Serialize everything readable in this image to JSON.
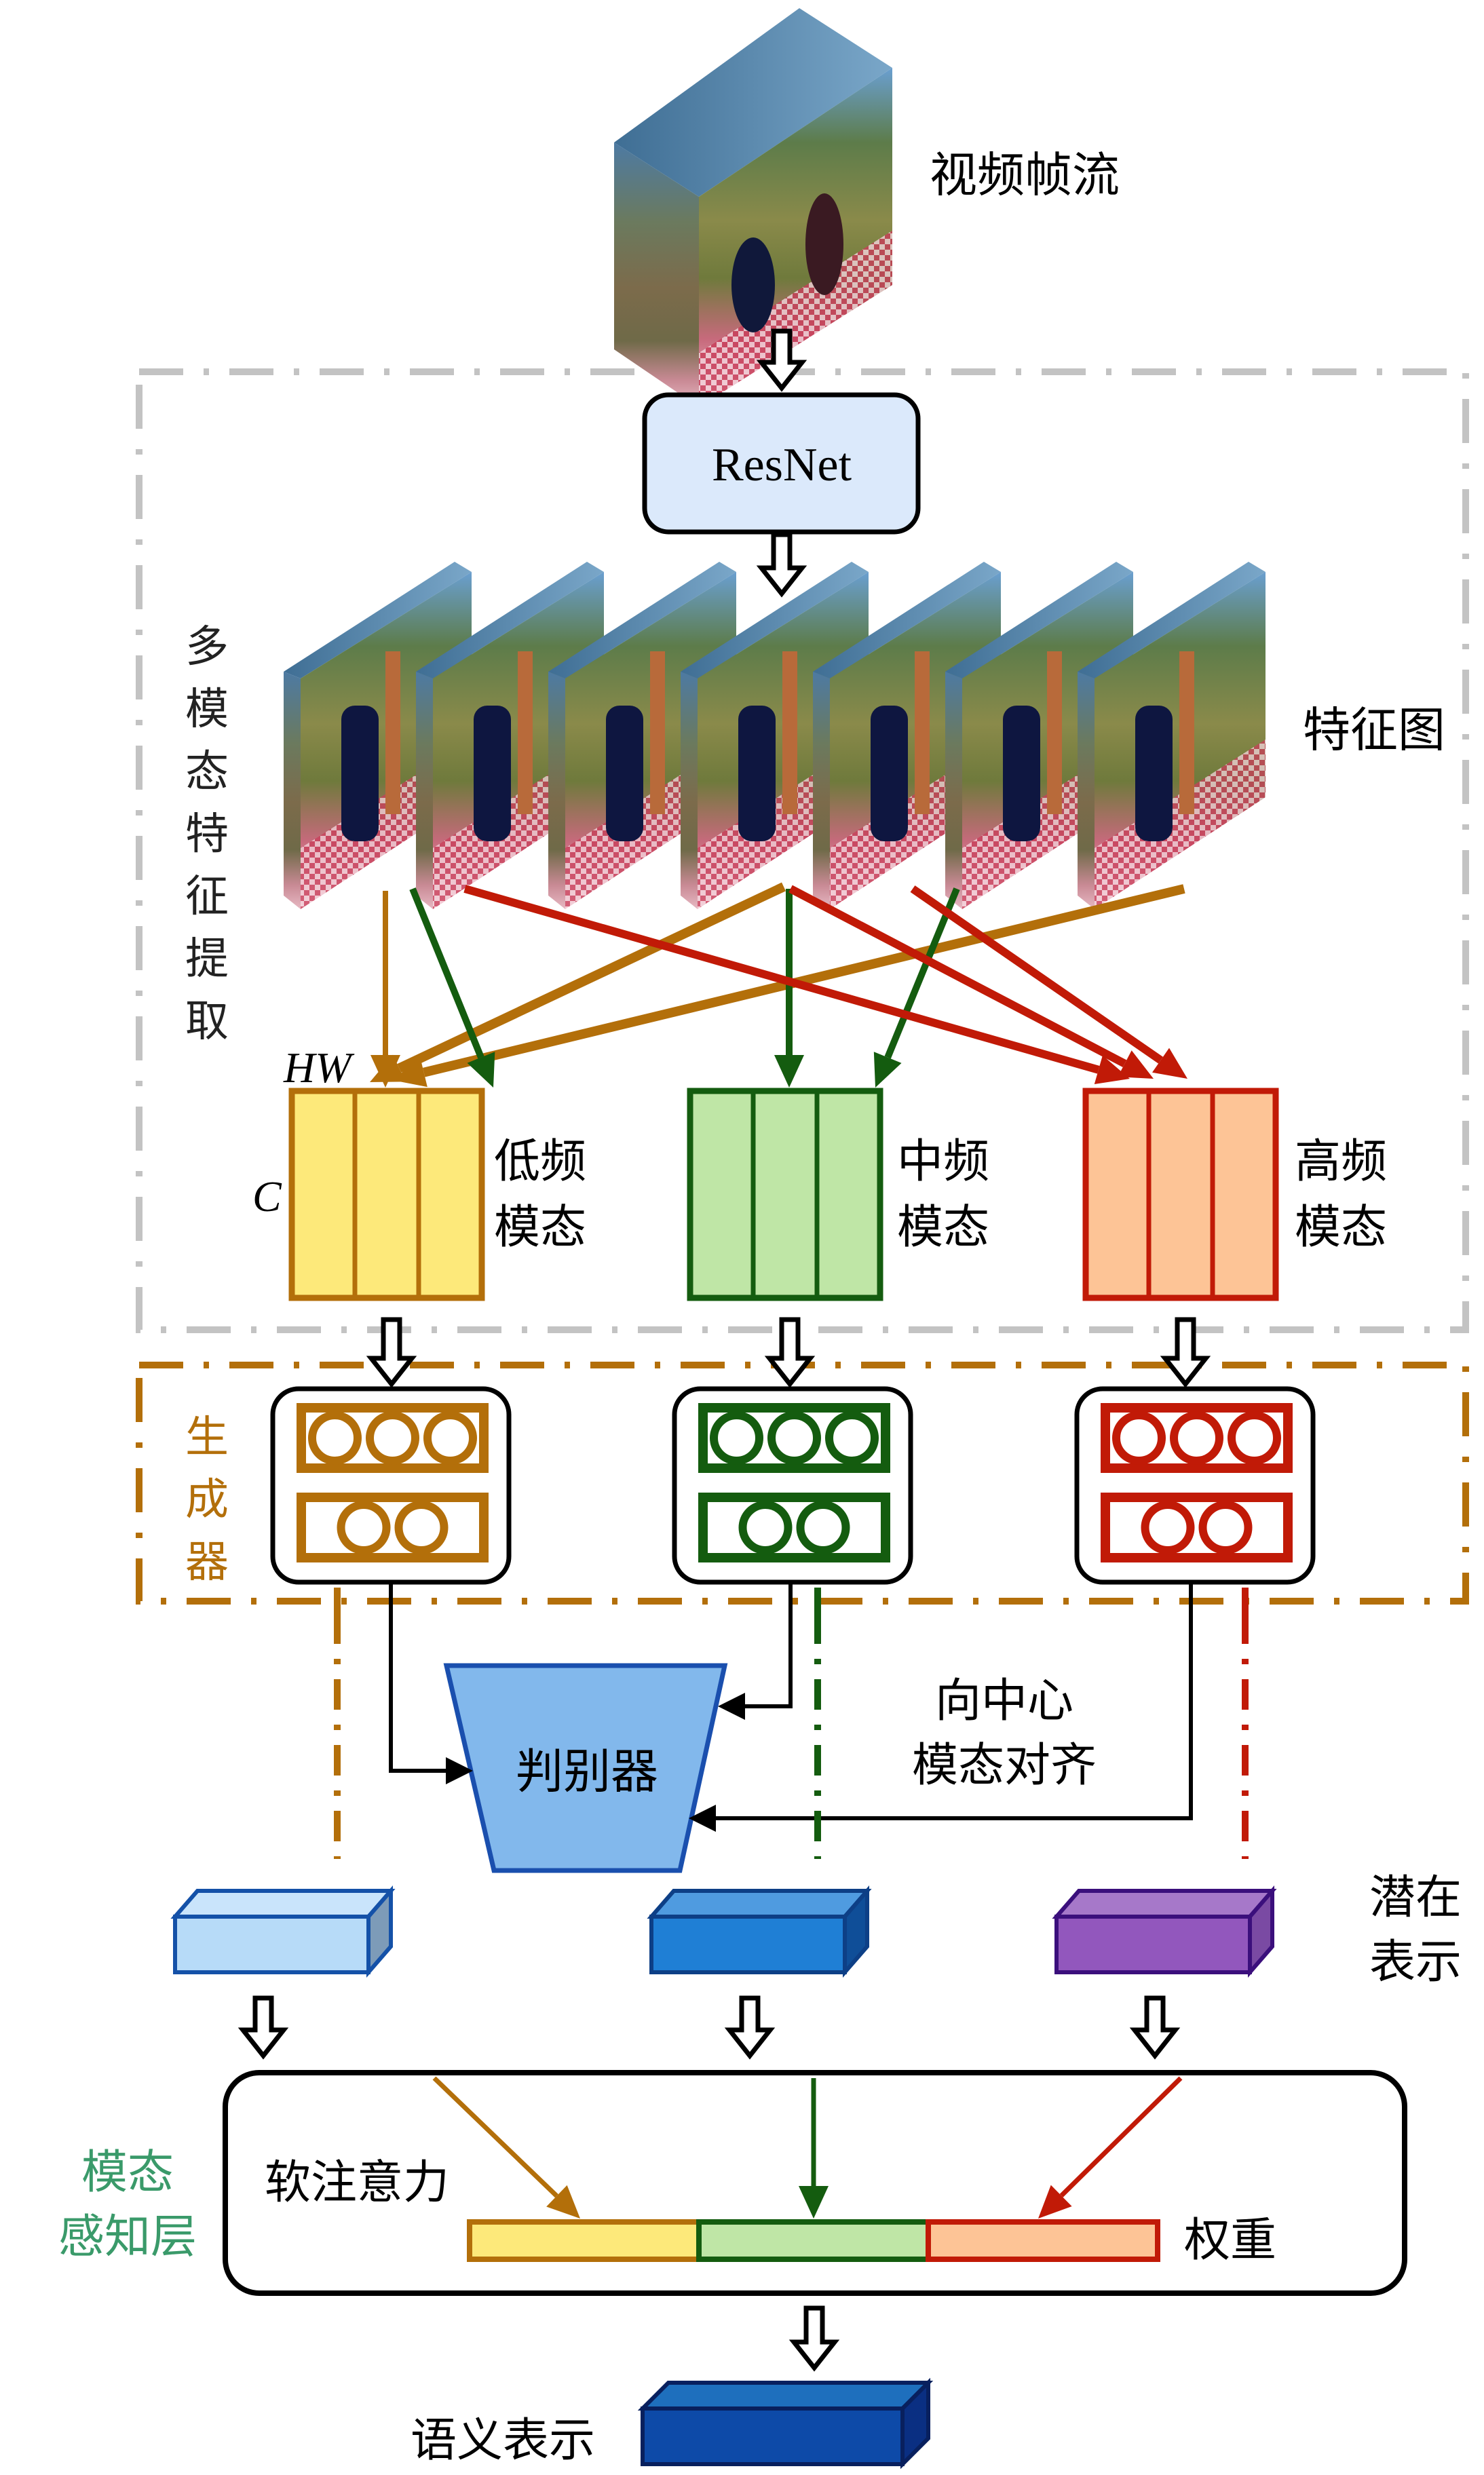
{
  "colors": {
    "low": "#b36f0a",
    "low_fill": "#fde97a",
    "mid": "#145c0f",
    "mid_fill": "#bfe6a6",
    "high": "#c11a07",
    "high_fill": "#fdc496",
    "gray_border": "#c3c3c3",
    "generator_border": "#b36f0a",
    "perception_label": "#3a9a6a",
    "resnet_fill": "#dbe9fb",
    "disc_fill": "#82b8ec",
    "disc_border": "#1a4fae"
  },
  "input": {
    "label": "视频帧流",
    "icon": "video-frame-stack-icon"
  },
  "backbone": {
    "label": "ResNet"
  },
  "feature_extraction": {
    "section_label": "多模态特征提取",
    "feature_maps_label": "特征图",
    "feature_map_count": 7,
    "dim_hw": "HW",
    "dim_c": "C",
    "modalities": [
      {
        "key": "low",
        "line1": "低频",
        "line2": "模态"
      },
      {
        "key": "mid",
        "line1": "中频",
        "line2": "模态"
      },
      {
        "key": "high",
        "line1": "高频",
        "line2": "模态"
      }
    ]
  },
  "generator": {
    "section_label": "生成器"
  },
  "discriminator": {
    "label": "判别器",
    "alignment_line1": "向中心",
    "alignment_line2": "模态对齐"
  },
  "latent": {
    "label_line1": "潜在",
    "label_line2": "表示",
    "blocks": [
      {
        "name": "latent-low",
        "fill": "#b7dbf8",
        "top": "#c9e4fb",
        "side": "#7d9bb8",
        "border": "#1451a8"
      },
      {
        "name": "latent-mid",
        "fill": "#1f7fd5",
        "top": "#4f9be0",
        "side": "#0f4e98",
        "border": "#0d3f86"
      },
      {
        "name": "latent-high",
        "fill": "#9257bd",
        "top": "#a678c9",
        "side": "#7a4aa3",
        "border": "#3b0f7c"
      }
    ]
  },
  "perception": {
    "section_label_line1": "模态",
    "section_label_line2": "感知层",
    "attention_label": "软注意力",
    "weights_label": "权重"
  },
  "output": {
    "label": "语义表示",
    "fill": "#0d4aa8",
    "top": "#1e6fbd",
    "side": "#0a2f82",
    "border": "#08205e"
  }
}
